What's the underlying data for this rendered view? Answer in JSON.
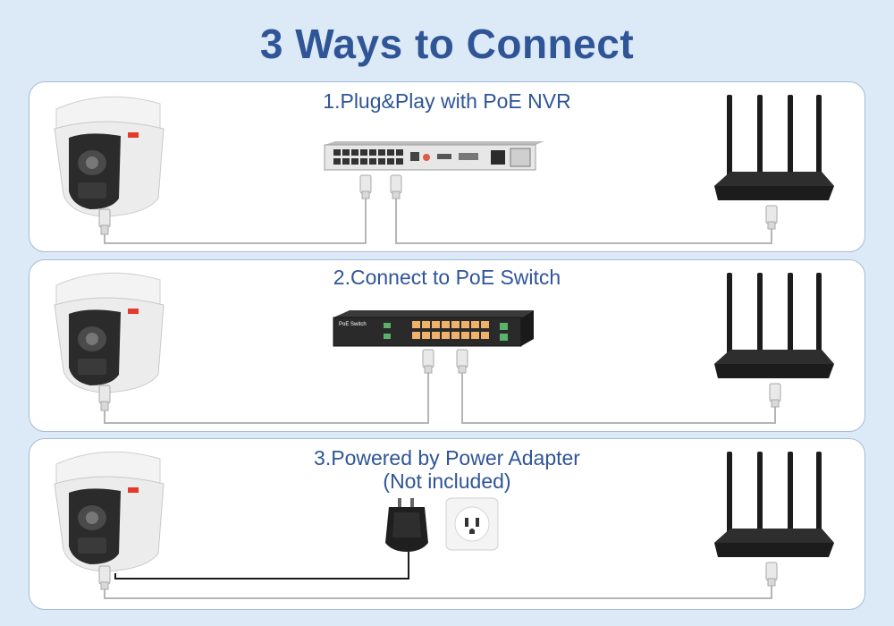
{
  "header": {
    "title": "3 Ways to Connect"
  },
  "methods": [
    {
      "title": "1.Plug&Play with PoE NVR",
      "subtitle": ""
    },
    {
      "title": "2.Connect to PoE Switch",
      "subtitle": ""
    },
    {
      "title": "3.Powered by Power Adapter",
      "subtitle": "(Not included)"
    }
  ],
  "labels": {
    "switch_brand": "PoE Switch"
  },
  "colors": {
    "title": "#2f5597",
    "background": "#dce9f6",
    "panel_border": "#a7bcd6",
    "cable_gray": "#b5b5b5",
    "cable_black": "#1a1a1a",
    "router_body": "#1c1c1c",
    "switch_port_orange": "#f0b26a",
    "switch_port_green": "#59b36a"
  },
  "icons": [
    "dome-camera-icon",
    "nvr-recorder-icon",
    "poe-switch-icon",
    "wifi-router-icon",
    "power-adapter-icon",
    "wall-outlet-icon",
    "rj45-connector-icon"
  ]
}
